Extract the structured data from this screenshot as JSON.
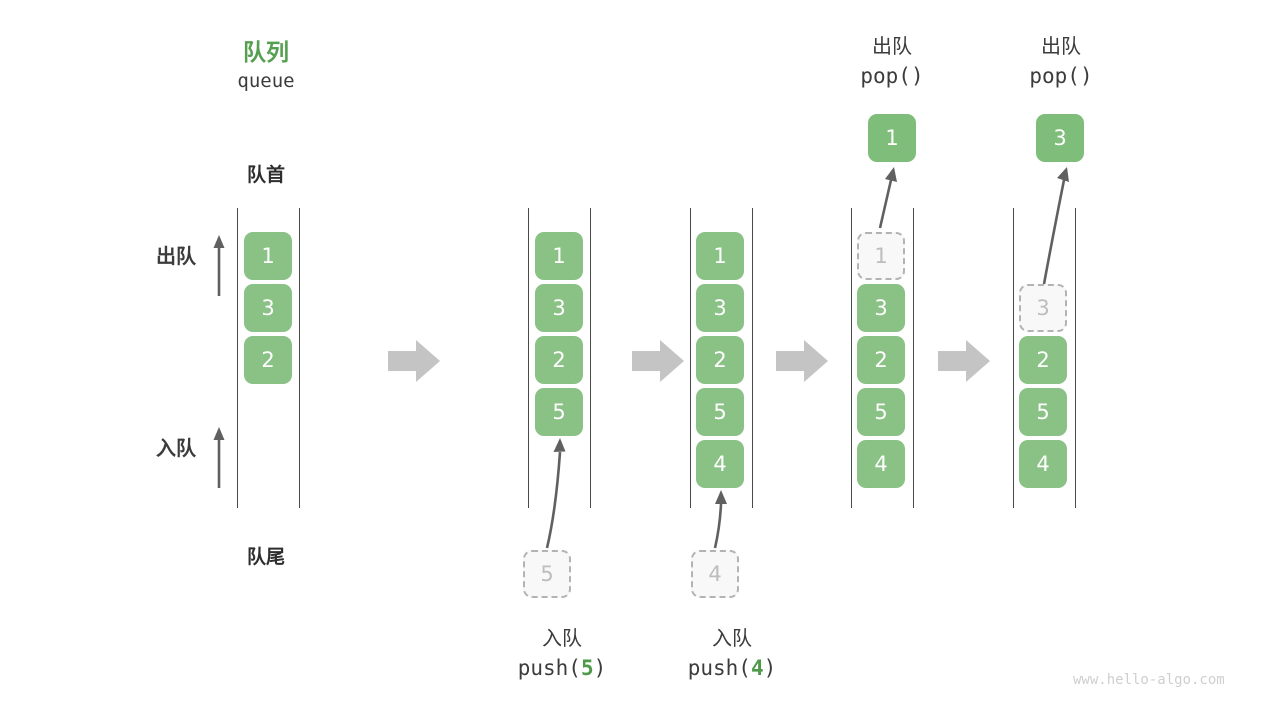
{
  "diagram": {
    "title_cn": "队列",
    "title_en": "queue",
    "front_label": "队首",
    "rear_label": "队尾",
    "side_ops": {
      "dequeue": "出队",
      "enqueue": "入队"
    },
    "watermark": "www.hello-algo.com",
    "colors": {
      "box_fill": "#8ac286",
      "box_text": "#ffffff",
      "ghost_fill": "#f8f8f8",
      "ghost_border": "#b3b3b3",
      "ghost_text": "#bdbdbd",
      "title_green": "#55a050",
      "text_dark": "#3c3c3c",
      "rail": "#4a4a4a",
      "step_arrow": "#c4c4c4",
      "thin_arrow": "#606060",
      "watermark": "#cfcfcf"
    }
  },
  "stages": [
    {
      "id": "stage-initial",
      "cells": [
        "1",
        "3",
        "2"
      ],
      "ghost": null,
      "popped": null,
      "caption_cn": null,
      "caption_code": null
    },
    {
      "id": "stage-push-5",
      "cells": [
        "1",
        "3",
        "2",
        "5"
      ],
      "ghost": {
        "value": "5",
        "position": "below"
      },
      "popped": null,
      "caption_cn": "入队",
      "caption_code_prefix": "push(",
      "caption_code_arg": "5",
      "caption_code_suffix": ")"
    },
    {
      "id": "stage-push-4",
      "cells": [
        "1",
        "3",
        "2",
        "5",
        "4"
      ],
      "ghost": {
        "value": "4",
        "position": "below"
      },
      "popped": null,
      "caption_cn": "入队",
      "caption_code_prefix": "push(",
      "caption_code_arg": "4",
      "caption_code_suffix": ")"
    },
    {
      "id": "stage-pop-1",
      "cells": [
        "3",
        "2",
        "5",
        "4"
      ],
      "ghost": {
        "value": "1",
        "position": "top-slot-0"
      },
      "popped": "1",
      "caption_cn": "出队",
      "caption_code_prefix": "pop(",
      "caption_code_arg": "",
      "caption_code_suffix": ")"
    },
    {
      "id": "stage-pop-3",
      "cells": [
        "2",
        "5",
        "4"
      ],
      "ghost": {
        "value": "3",
        "position": "top-slot-1"
      },
      "popped": "3",
      "caption_cn": "出队",
      "caption_code_prefix": "pop(",
      "caption_code_arg": "",
      "caption_code_suffix": ")"
    }
  ]
}
